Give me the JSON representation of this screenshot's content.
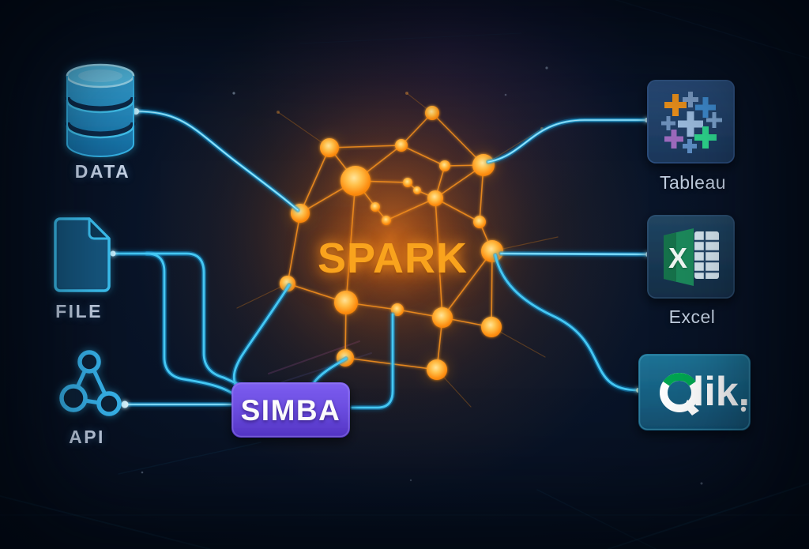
{
  "diagram": {
    "description": "Data flow diagram: DATA, FILE and API sources feed a SPARK network through the SIMBA connector, delivering to Tableau, Excel and Qlik",
    "center": {
      "label": "SPARK",
      "text_color": "#F9A31D",
      "node_color": "#FF9E1B"
    },
    "sources": [
      {
        "label": "DATA",
        "icon": "database-icon"
      },
      {
        "label": "FILE",
        "icon": "file-icon"
      },
      {
        "label": "API",
        "icon": "api-nodes-icon"
      }
    ],
    "connector": {
      "label": "SIMBA",
      "badge_color": "#6A4BE0"
    },
    "destinations": [
      {
        "label": "Tableau",
        "icon": "tableau-icon"
      },
      {
        "label": "Excel",
        "icon": "excel-icon",
        "logo_letter": "X",
        "logo_color": "#1E8A5C"
      },
      {
        "label": "Qlik.",
        "icon": "qlik-icon",
        "logo_tail": "lik.",
        "card_color": "#1B6A8C",
        "accent_green": "#00A651"
      }
    ],
    "colors": {
      "background": "#081226",
      "line_cyan": "#45C8F4",
      "node_orange": "#FFA01E",
      "simba_purple": "#6A4BE0",
      "tableau_tile": "#22436B",
      "excel_tile": "#1B3C58",
      "qlik_teal": "#1B6A8C"
    }
  }
}
